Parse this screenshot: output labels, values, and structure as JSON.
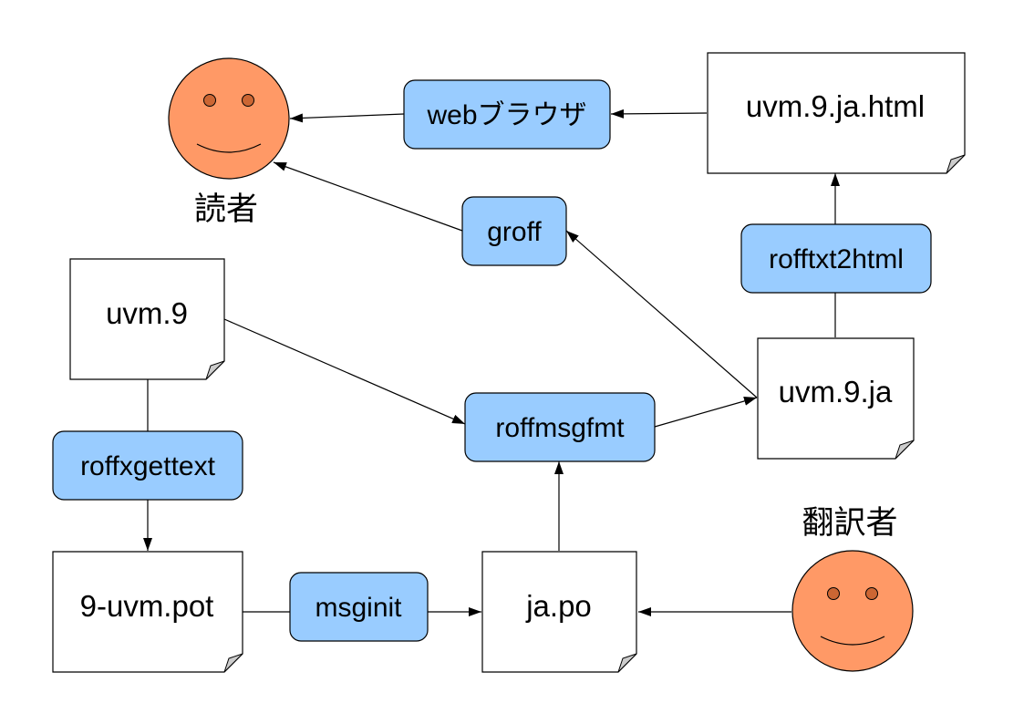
{
  "colors": {
    "process_fill": "#99ccff",
    "document_fill": "#ffffff",
    "fold_fill": "#cccccc",
    "face_fill": "#ff9966",
    "stroke": "#000000"
  },
  "actors": {
    "reader": {
      "label": "読者",
      "icon": "smiley-face-icon"
    },
    "translator": {
      "label": "翻訳者",
      "icon": "smiley-face-icon"
    }
  },
  "documents": {
    "uvm_9": "uvm.9",
    "pot": "9-uvm.pot",
    "ja_po": "ja.po",
    "uvm_9_ja": "uvm.9.ja",
    "uvm_9_ja_html": "uvm.9.ja.html"
  },
  "processes": {
    "roffxgettext": "roffxgettext",
    "msginit": "msginit",
    "roffmsgfmt": "roffmsgfmt",
    "groff": "groff",
    "rofftxt2html": "rofftxt2html",
    "web_browser": "webブラウザ"
  }
}
